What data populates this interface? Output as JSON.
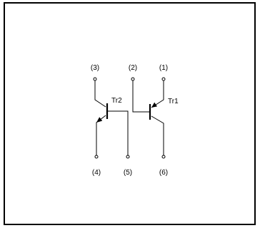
{
  "diagram": {
    "transistors": {
      "tr1": {
        "label": "Tr1"
      },
      "tr2": {
        "label": "Tr2"
      }
    },
    "pins": {
      "p1": "(1)",
      "p2": "(2)",
      "p3": "(3)",
      "p4": "(4)",
      "p5": "(5)",
      "p6": "(6)"
    }
  }
}
